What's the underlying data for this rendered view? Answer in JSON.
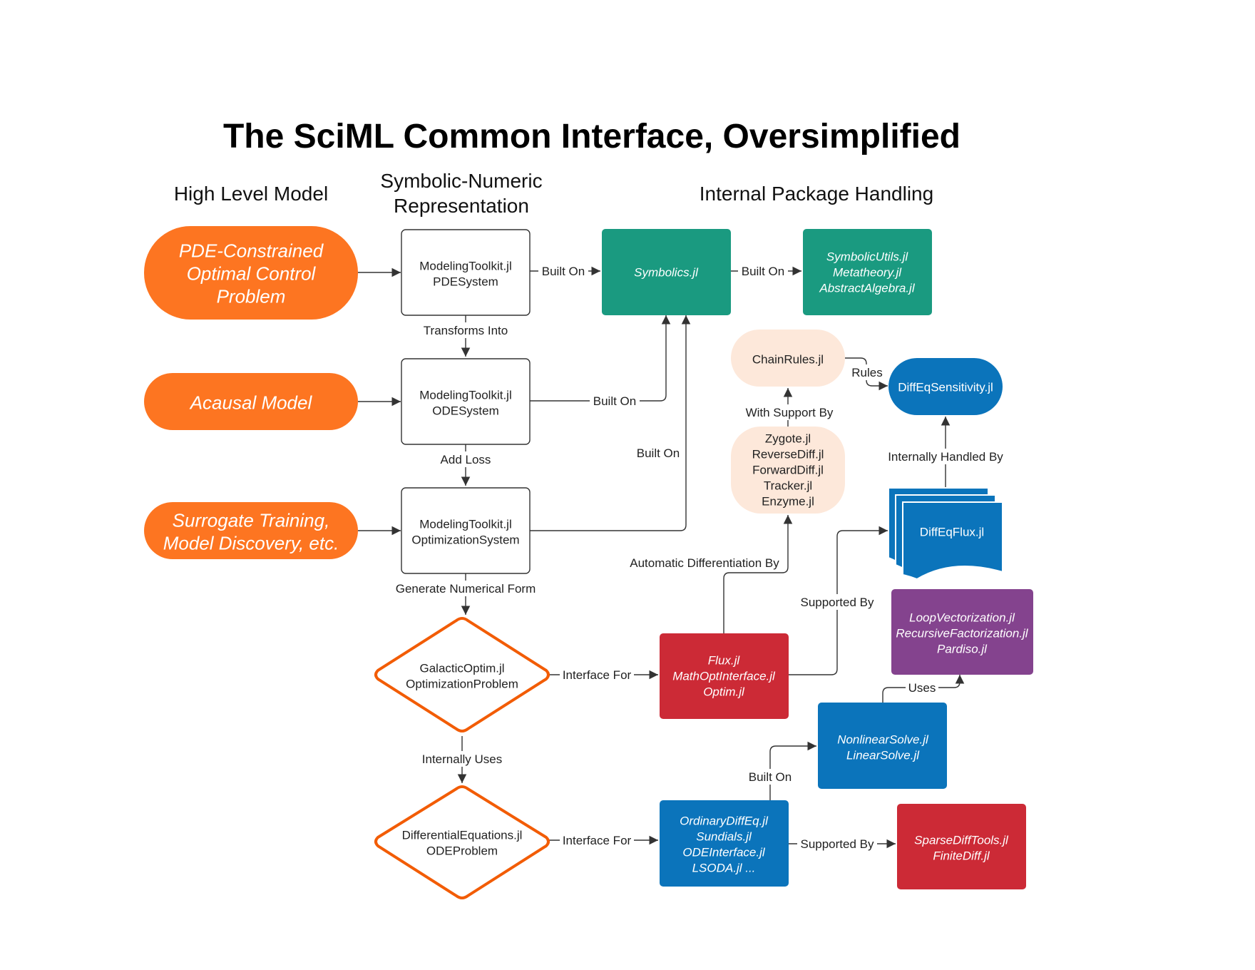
{
  "title": "The SciML Common Interface, Oversimplified",
  "columns": {
    "high_level": "High Level Model",
    "symbolic_line1": "Symbolic-Numeric",
    "symbolic_line2": "Representation",
    "internal": "Internal Package Handling"
  },
  "colors": {
    "orange": "#fd7521",
    "teal": "#1a9a80",
    "peach": "#fde8da",
    "blue": "#0b74bb",
    "red": "#cc2a36",
    "purple": "#84438e",
    "diamond_stroke": "#f25c05"
  },
  "nodes": {
    "pde_problem": [
      "PDE-Constrained",
      "Optimal Control",
      "Problem"
    ],
    "acausal": [
      "Acausal Model"
    ],
    "surrogate": [
      "Surrogate Training,",
      "Model Discovery, etc."
    ],
    "pde_system": [
      "ModelingToolkit.jl",
      "PDESystem"
    ],
    "ode_system": [
      "ModelingToolkit.jl",
      "ODESystem"
    ],
    "opt_system": [
      "ModelingToolkit.jl",
      "OptimizationSystem"
    ],
    "galactic": [
      "GalacticOptim.jl",
      "OptimizationProblem"
    ],
    "diffeq": [
      "DifferentialEquations.jl",
      "ODEProblem"
    ],
    "symbolics": [
      "Symbolics.jl"
    ],
    "symutils": [
      "SymbolicUtils.jl",
      "Metatheory.jl",
      "AbstractAlgebra.jl"
    ],
    "chainrules": [
      "ChainRules.jl"
    ],
    "ad": [
      "Zygote.jl",
      "ReverseDiff.jl",
      "ForwardDiff.jl",
      "Tracker.jl",
      "Enzyme.jl"
    ],
    "diffeqsens": [
      "DiffEqSensitivity.jl"
    ],
    "diffeqflux": [
      "DiffEqFlux.jl"
    ],
    "flux": [
      "Flux.jl",
      "MathOptInterface.jl",
      "Optim.jl"
    ],
    "loopvec": [
      "LoopVectorization.jl",
      "RecursiveFactorization.jl",
      "Pardiso.jl"
    ],
    "nonlinear": [
      "NonlinearSolve.jl",
      "LinearSolve.jl"
    ],
    "ordinary": [
      "OrdinaryDiffEq.jl",
      "Sundials.jl",
      "ODEInterface.jl",
      "LSODA.jl ..."
    ],
    "sparse": [
      "SparseDiffTools.jl",
      "FiniteDiff.jl"
    ]
  },
  "edges": {
    "transforms_into": "Transforms Into",
    "add_loss": "Add Loss",
    "generate_numerical": "Generate Numerical Form",
    "internally_uses": "Internally Uses",
    "built_on": "Built On",
    "interface_for": "Interface For",
    "rules": "Rules",
    "with_support_by": "With Support By",
    "internally_handled_by": "Internally Handled By",
    "automatic_diff_by": "Automatic Differentiation By",
    "supported_by": "Supported By",
    "uses": "Uses"
  }
}
